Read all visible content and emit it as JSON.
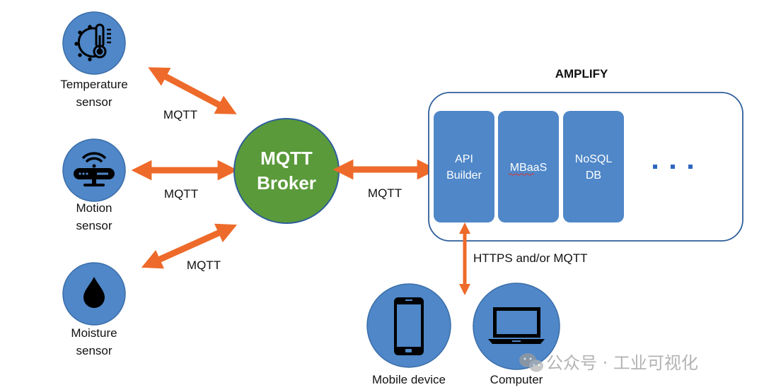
{
  "sensors": [
    {
      "id": "temperature",
      "label_line1": "Temperature",
      "label_line2": "sensor",
      "icon": "thermometer-sun-icon",
      "link_label": "MQTT"
    },
    {
      "id": "motion",
      "label_line1": "Motion",
      "label_line2": "sensor",
      "icon": "wifi-router-icon",
      "link_label": "MQTT"
    },
    {
      "id": "moisture",
      "label_line1": "Moisture",
      "label_line2": "sensor",
      "icon": "water-drop-icon",
      "link_label": "MQTT"
    }
  ],
  "broker": {
    "line1": "MQTT",
    "line2": "Broker"
  },
  "broker_to_amplify_label": "MQTT",
  "amplify": {
    "title": "AMPLIFY",
    "modules": [
      {
        "line1": "API",
        "line2": "Builder"
      },
      {
        "line1": "MBaaS",
        "line2": ""
      },
      {
        "line1": "NoSQL",
        "line2": "DB"
      }
    ],
    "more": "• • •"
  },
  "client_link_label": "HTTPS and/or MQTT",
  "clients": [
    {
      "label": "Mobile device",
      "icon": "smartphone-icon"
    },
    {
      "label": "Computer",
      "icon": "laptop-icon"
    }
  ],
  "colors": {
    "node_blue": "#4f87c8",
    "node_border": "#3b6ea8",
    "broker_green": "#5a9a3a",
    "arrow_orange": "#ee6a2a",
    "container_border": "#2f5f9a"
  },
  "watermark": "公众号 · 工业可视化"
}
